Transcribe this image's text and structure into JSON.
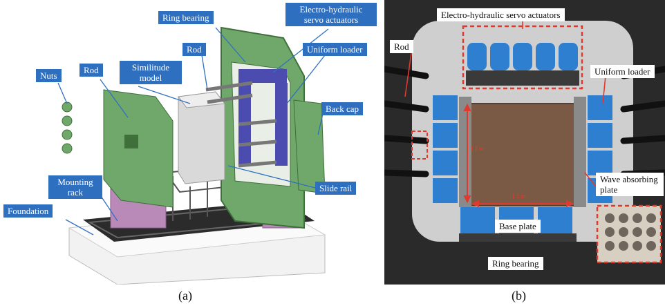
{
  "panel_a": {
    "caption": "(a)",
    "labels": {
      "ring_bearing": "Ring bearing",
      "electro_hydraulic": "Electro-hydraulic servo actuators",
      "rod_top": "Rod",
      "uniform_loader": "Uniform loader",
      "nuts": "Nuts",
      "rod_left": "Rod",
      "similitude_model": "Similitude model",
      "back_cap": "Back cap",
      "mounting_rack": "Mounting rack",
      "slide_rail": "Slide rail",
      "foundation": "Foundation"
    }
  },
  "panel_b": {
    "caption": "(b)",
    "labels": {
      "electro_hydraulic": "Electro-hydraulic servo actuators",
      "rod": "Rod",
      "uniform_loader": "Uniform loader",
      "wave_absorbing": "Wave absorbing plate",
      "base_plate": "Base plate",
      "ring_bearing": "Ring bearing"
    },
    "dimensions": {
      "width": "1.2 m",
      "height": "1.2 m"
    }
  },
  "colors": {
    "label_blue": "#2f6fc0",
    "frame_green": "#6fa86a",
    "actuator_blue": "#2f7fd0",
    "highlight_red": "#e03a2f",
    "rack_purple": "#b98ab8",
    "model_grey": "#d9d9d9",
    "soil_brown": "#7a5a44"
  }
}
